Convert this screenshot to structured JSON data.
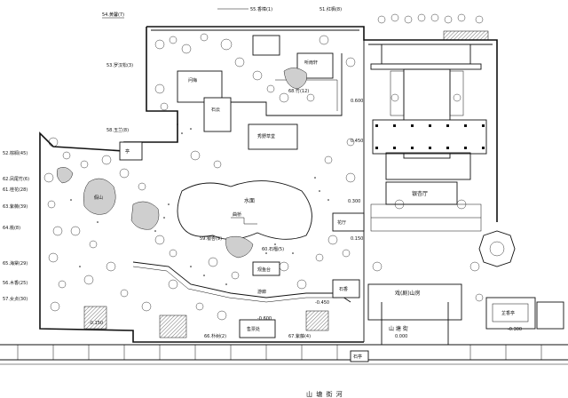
{
  "diagram": {
    "road_label": "山 塘 街 河",
    "north_road_label": "山 塘 街",
    "buildings": {
      "main_hall": "银杏厅",
      "front_gate": "戏(剧)山房",
      "east_pavilion": "石香",
      "south_pavilion": "芷香亭",
      "west_pavilion": "观鱼台",
      "pond": "水面",
      "north_room": "听雨轩",
      "hall_mid": "秀野草堂",
      "hall_west": "问梅",
      "rock_hill": "假山",
      "bridge": "曲桥",
      "pavilion_small": "亭",
      "studio": "石云",
      "corridor": "游廊",
      "ticket": "售票处",
      "gate_south": "石亭",
      "east_hall": "花厅"
    },
    "tree_labels": [
      "54.黄馨(7)",
      "55.香樟(1)",
      "51.红枫(8)",
      "52.棕榈(45)",
      "62.凤尾竹(6)",
      "61.桂花(28)",
      "63.紫薇(39)",
      "64.桃(8)",
      "65.海棠(29)",
      "56.木香(25)",
      "57.女贞(30)",
      "53.罗汉松(3)",
      "58.玉兰(8)",
      "59.银杏(9)",
      "60.石榴(5)",
      "66.朴树(2)",
      "67.紫藤(4)",
      "68.竹(12)"
    ],
    "elevations": [
      "0.000",
      "-0.300",
      "-0.450",
      "0.150",
      "-0.600",
      "0.300",
      "0.450",
      "-0.150",
      "0.600"
    ],
    "colors": {
      "ink": "#111111",
      "rock": "#cfcfcf",
      "paper": "#ffffff"
    }
  }
}
